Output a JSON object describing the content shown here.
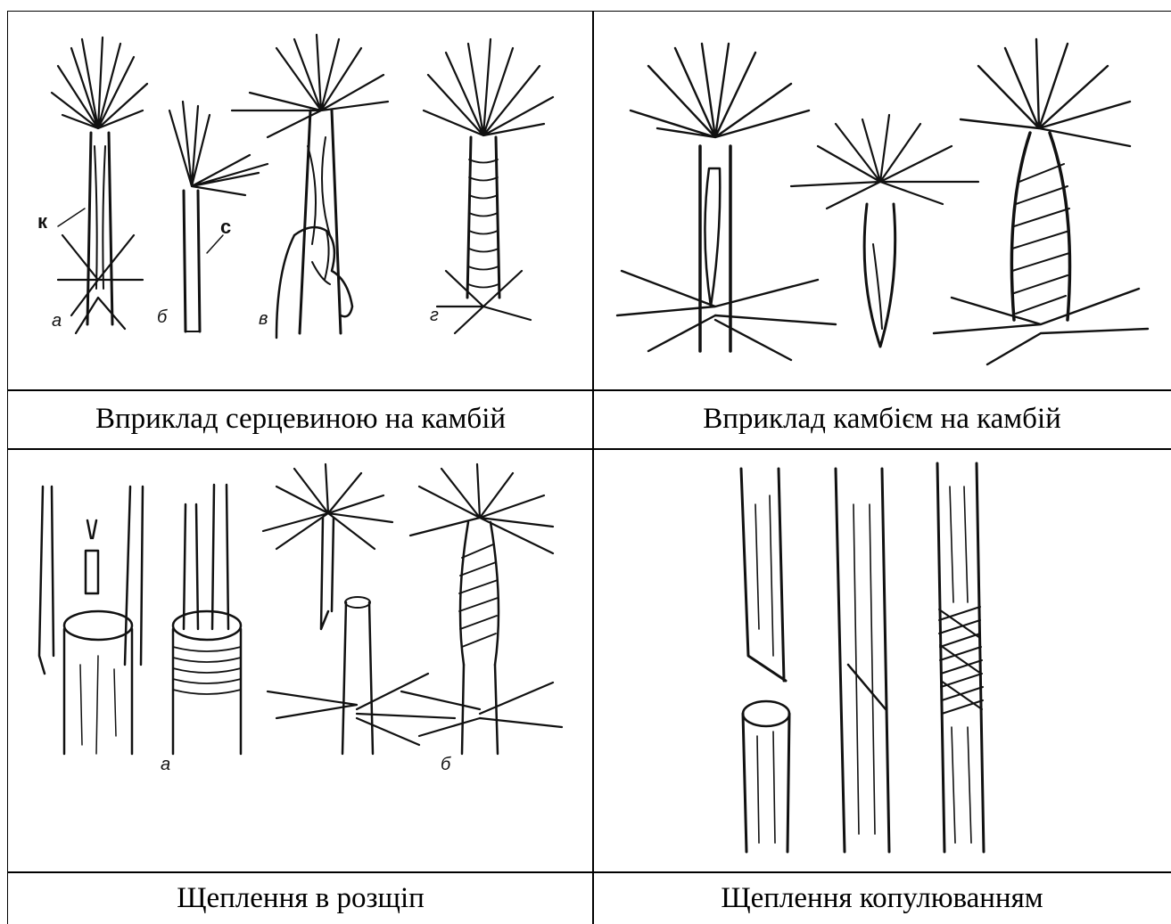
{
  "cells": [
    {
      "caption": "Вприклад серцевиною на камбій",
      "labels": [
        "к",
        "с",
        "а",
        "б",
        "в",
        "г"
      ]
    },
    {
      "caption": "Вприклад камбієм на камбій",
      "labels": []
    },
    {
      "caption": "Щеплення в розщіп",
      "labels": [
        "а",
        "б"
      ]
    },
    {
      "caption": "Щеплення копулюванням",
      "labels": []
    }
  ]
}
